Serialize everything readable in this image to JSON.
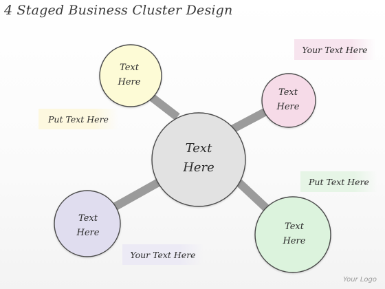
{
  "title": "4 Staged Business Cluster Design",
  "colors": {
    "center_fill": "#e2e2e2",
    "yellow_fill": "#fdfbd6",
    "pink_fill": "#f6dbe8",
    "purple_fill": "#e0ddef",
    "green_fill": "#dcf3dd",
    "connector": "#9b9b9b",
    "pink_label": "#f7e4ee",
    "yellow_label": "#fdf8df",
    "green_label": "#e6f5e6",
    "purple_label": "#eceaf5"
  },
  "center": {
    "line1": "Text",
    "line2": "Here"
  },
  "nodes": {
    "top_left": {
      "line1": "Text",
      "line2": "Here"
    },
    "top_right": {
      "line1": "Text",
      "line2": "Here"
    },
    "bottom_left": {
      "line1": "Text",
      "line2": "Here"
    },
    "bottom_right": {
      "line1": "Text",
      "line2": "Here"
    }
  },
  "labels": {
    "top_right": "Your Text Here",
    "left": "Put Text Here",
    "right": "Put Text Here",
    "bottom": "Your Text Here"
  },
  "logo": "Your Logo"
}
